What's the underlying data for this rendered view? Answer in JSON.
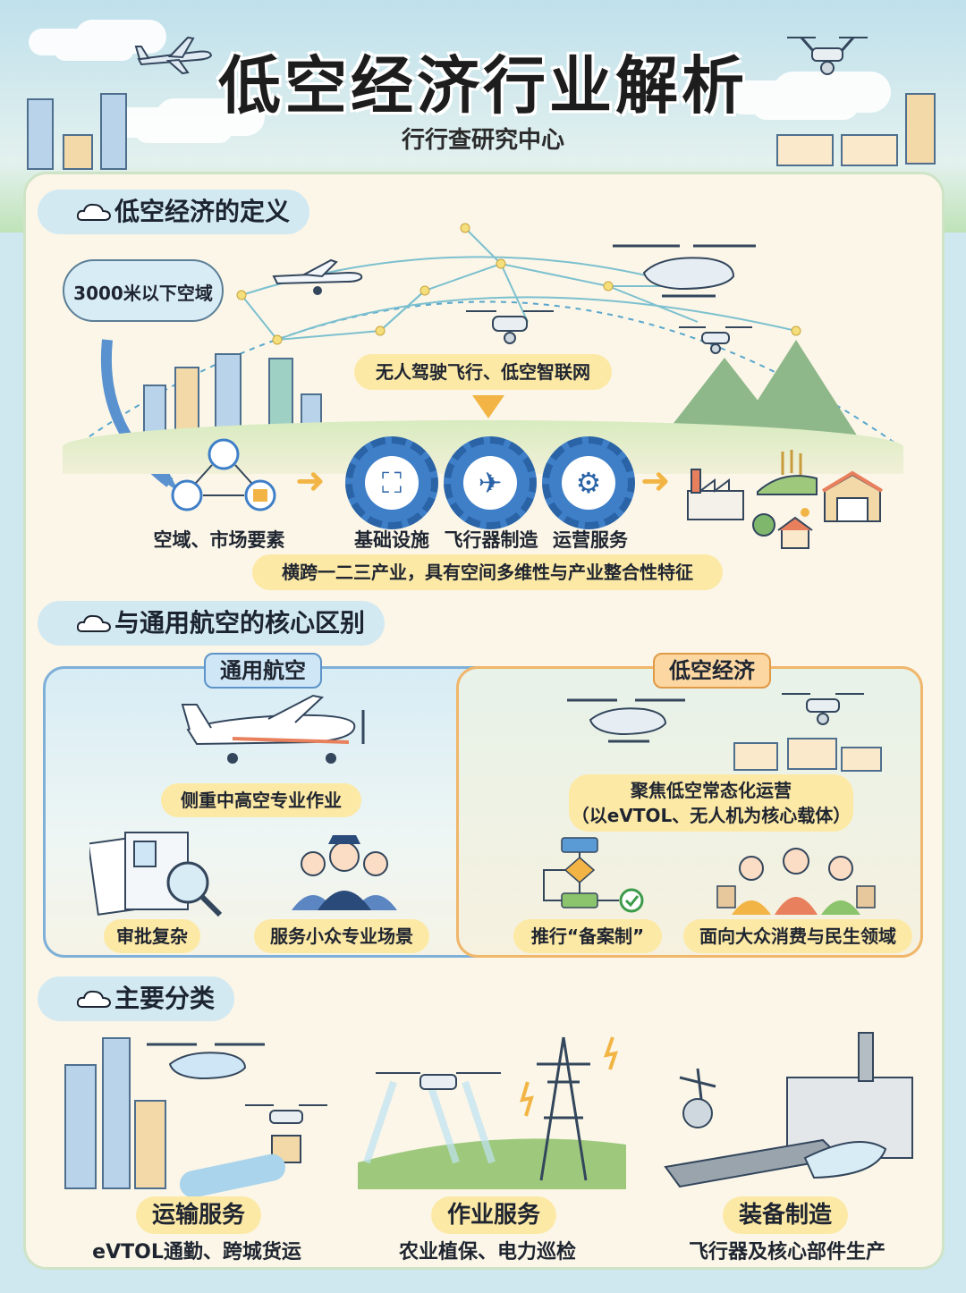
{
  "header": {
    "title": "低空经济行业解析",
    "subtitle": "行行查研究中心"
  },
  "section1": {
    "heading": "低空经济的定义",
    "airspace_label": "3000米以下空域",
    "network_label": "无人驾驶飞行、低空智联网",
    "elements_label": "空域、市场要素",
    "gears": [
      {
        "label": "基础设施",
        "icon": "flowchart-icon"
      },
      {
        "label": "飞行器制造",
        "icon": "airplane-icon"
      },
      {
        "label": "运营服务",
        "icon": "hand-gear-icon"
      }
    ],
    "summary": "横跨一二三产业，具有空间多维性与产业整合性特征"
  },
  "section2": {
    "heading": "与通用航空的核心区别",
    "general_aviation": {
      "tag": "通用航空",
      "focus": "侧重中高空专业作业",
      "points": [
        "审批复杂",
        "服务小众专业场景"
      ]
    },
    "low_altitude": {
      "tag": "低空经济",
      "focus_line1": "聚焦低空常态化运营",
      "focus_line2": "（以eVTOL、无人机为核心载体）",
      "points": [
        "推行“备案制”",
        "面向大众消费与民生领域"
      ]
    }
  },
  "section3": {
    "heading": "主要分类",
    "categories": [
      {
        "title": "运输服务",
        "desc": "eVTOL通勤、跨城货运"
      },
      {
        "title": "作业服务",
        "desc": "农业植保、电力巡检"
      },
      {
        "title": "装备制造",
        "desc": "飞行器及核心部件生产"
      }
    ]
  },
  "colors": {
    "accent_blue": "#3f7fc8",
    "pill_yellow": "#fde9a6",
    "heading_bg": "#d3e9f2",
    "panel_bg": "#fbf6e8",
    "orange_border": "#f0b66a"
  }
}
